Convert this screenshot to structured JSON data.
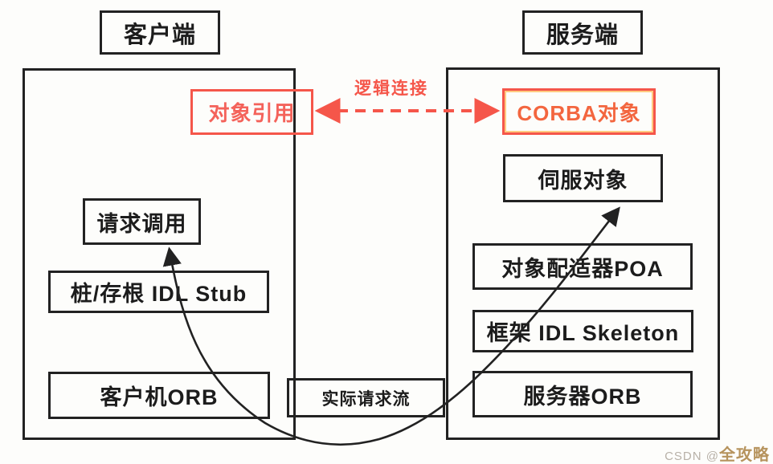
{
  "diagram": {
    "client": {
      "title": "客户端",
      "object_reference": "对象引用",
      "request_call": "请求调用",
      "idl_stub": "桩/存根 IDL Stub",
      "orb": "客户机ORB"
    },
    "server": {
      "title": "服务端",
      "corba_object": "CORBA对象",
      "servant": "伺服对象",
      "poa": "对象配适器POA",
      "idl_skeleton": "框架 IDL Skeleton",
      "orb": "服务器ORB"
    },
    "labels": {
      "logical_connection": "逻辑连接",
      "actual_request_flow": "实际请求流"
    },
    "colors": {
      "line_black": "#222222",
      "accent_red": "#f5564a",
      "corba_text_orange": "#f3663f",
      "corba_inner_glow": "#ffb95a",
      "watermark_gray": "#b8b1a8",
      "watermark_tan": "#b6935d"
    },
    "watermark": {
      "prefix": "CSDN @",
      "name": "全攻略"
    }
  }
}
